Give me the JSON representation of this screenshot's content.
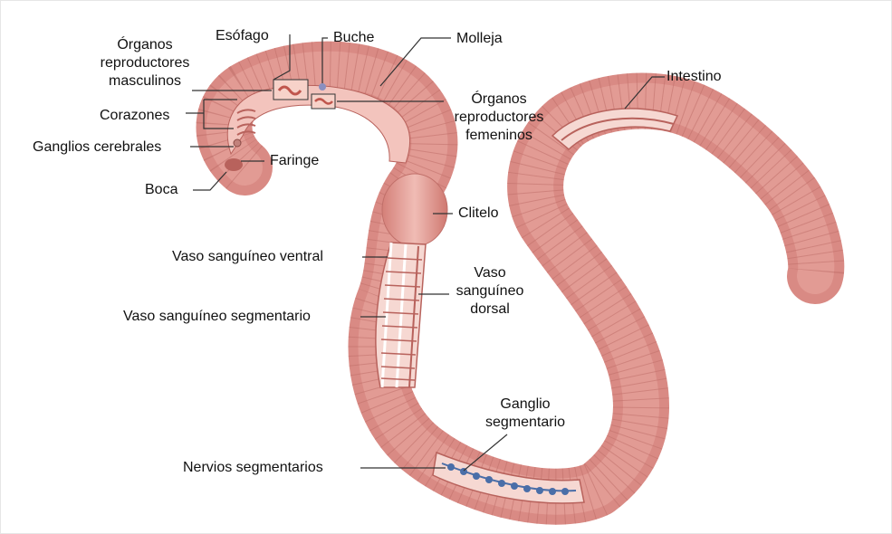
{
  "labels": {
    "organos_masc": [
      "Órganos",
      "reproductores",
      "masculinos"
    ],
    "esofago": "Esófago",
    "buche": "Buche",
    "molleja": "Molleja",
    "organos_fem": [
      "Órganos",
      "reproductores",
      "femeninos"
    ],
    "corazones": "Corazones",
    "ganglios_cerebrales": "Ganglios cerebrales",
    "faringe": "Faringe",
    "boca": "Boca",
    "clitelo": "Clitelo",
    "intestino": "Intestino",
    "vaso_ventral": "Vaso sanguíneo ventral",
    "vaso_segmentario": "Vaso sanguíneo segmentario",
    "vaso_dorsal": [
      "Vaso",
      "sanguíneo",
      "dorsal"
    ],
    "ganglio_segmentario": [
      "Ganglio",
      "segmentario"
    ],
    "nervios_segmentarios": "Nervios segmentarios"
  },
  "colors": {
    "body": "#d98a84",
    "body_light": "#e9aaa3",
    "body_dark": "#b8625c",
    "segment_line": "#c06f69",
    "nerve": "#4a6ea8",
    "leader": "#333333"
  }
}
